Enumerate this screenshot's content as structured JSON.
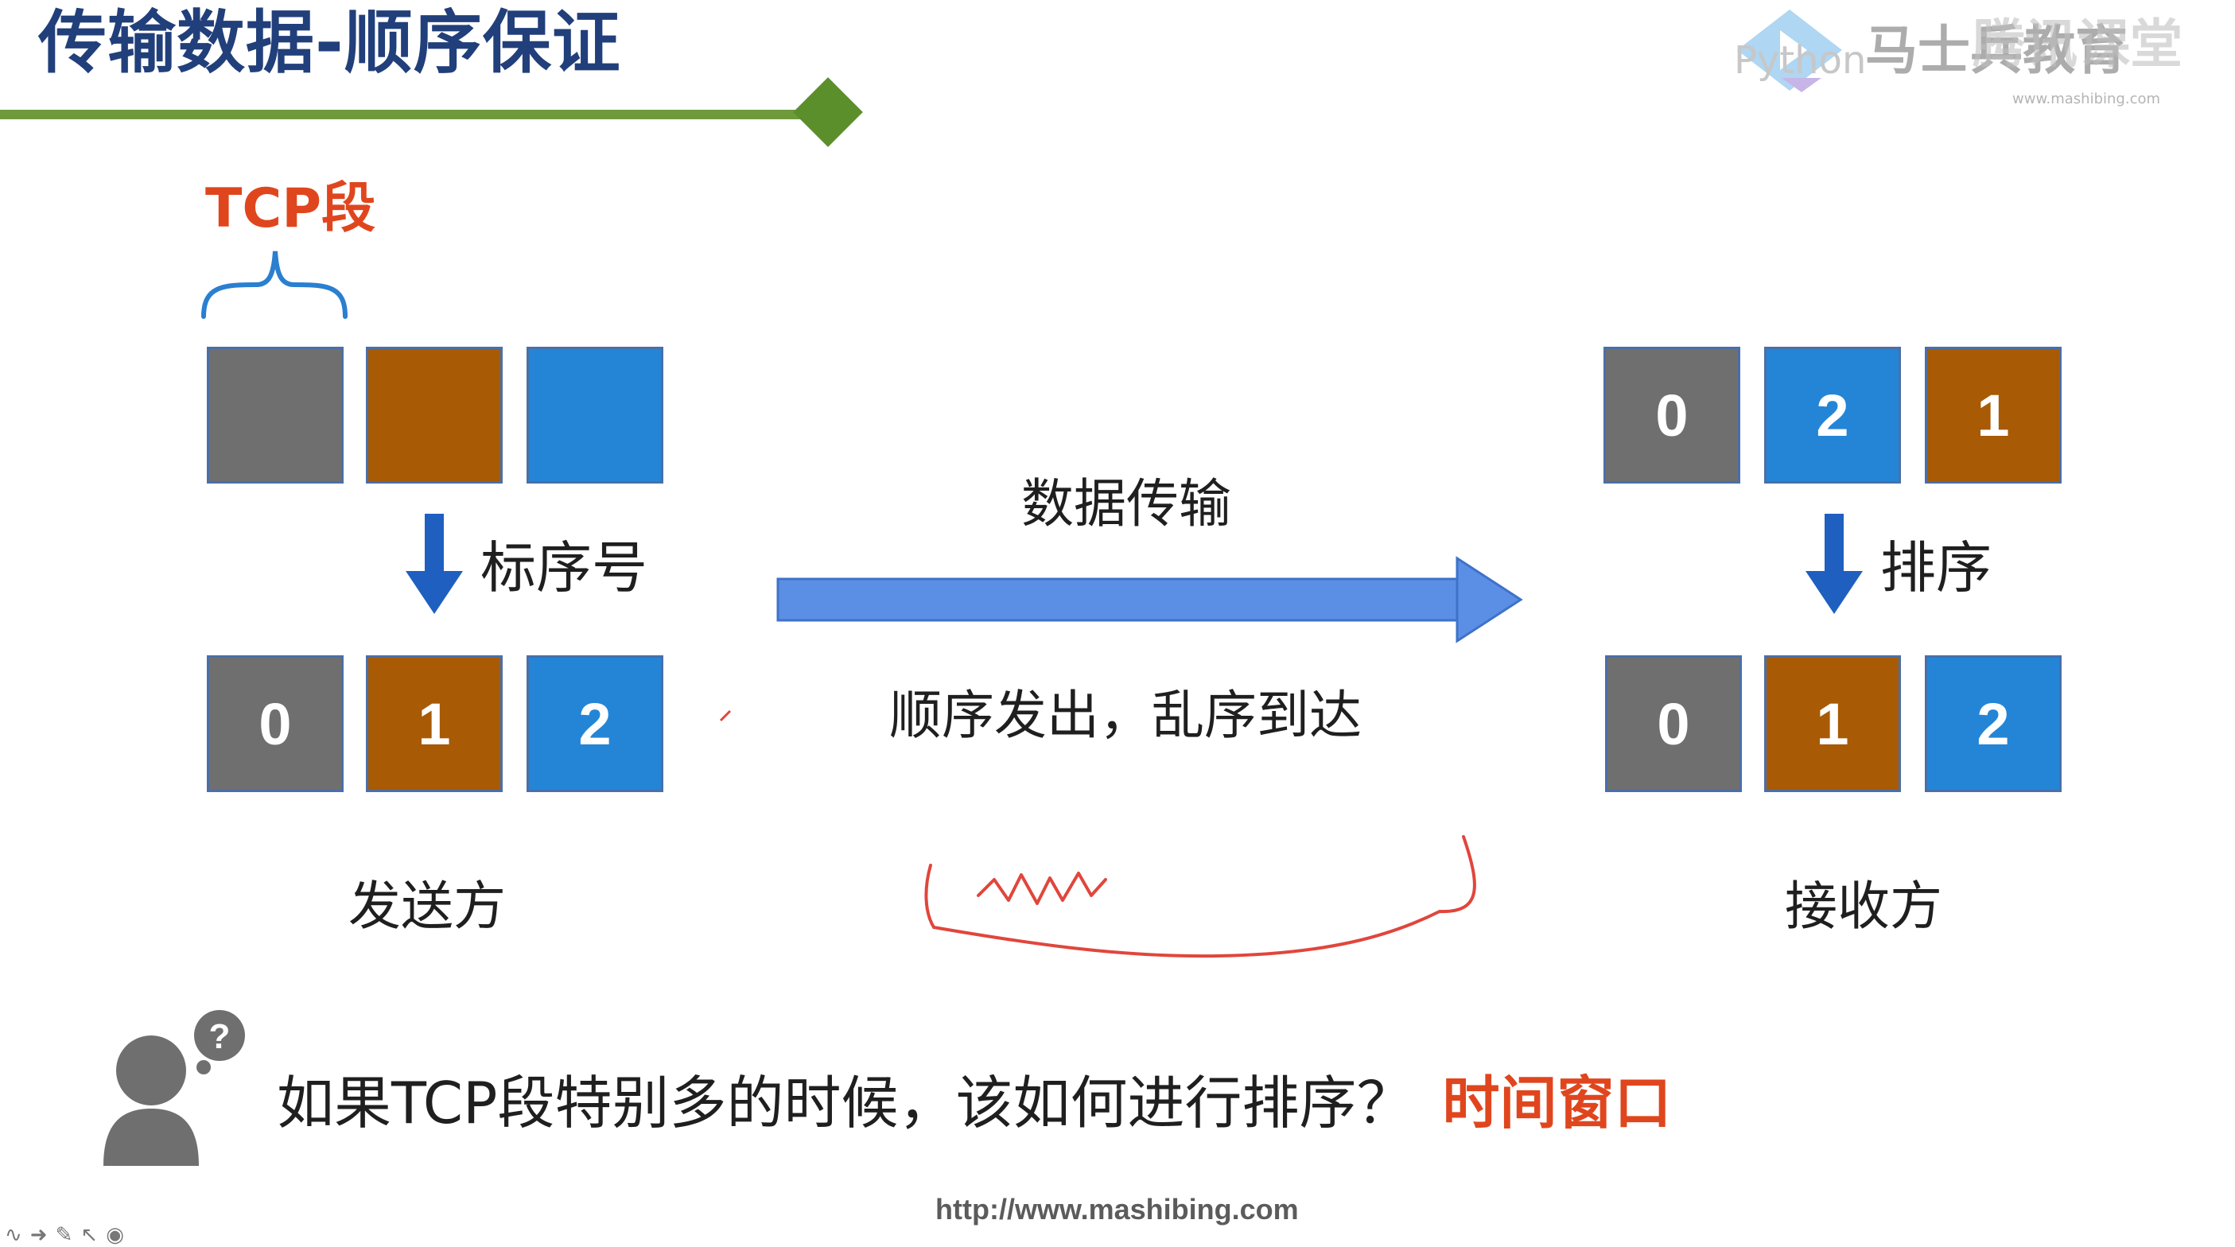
{
  "slide": {
    "title": "传输数据-顺序保证",
    "logo": {
      "text": "马士兵教育",
      "subtext": "Python",
      "overlay_text": "腾讯课堂",
      "url": "www.mashibing.com"
    },
    "tcp_label": "TCP段",
    "sender": {
      "top_row": [
        {
          "color": "#6f6f6f",
          "label": ""
        },
        {
          "color": "#a85a04",
          "label": ""
        },
        {
          "color": "#2485d6",
          "label": ""
        }
      ],
      "step_label": "标序号",
      "bottom_row": [
        {
          "color": "#6f6f6f",
          "label": "0"
        },
        {
          "color": "#a85a04",
          "label": "1"
        },
        {
          "color": "#2485d6",
          "label": "2"
        }
      ],
      "caption": "发送方"
    },
    "transfer": {
      "label_top": "数据传输",
      "label_bottom": "顺序发出，乱序到达"
    },
    "receiver": {
      "top_row": [
        {
          "color": "#6f6f6f",
          "label": "0"
        },
        {
          "color": "#2485d6",
          "label": "2"
        },
        {
          "color": "#a85a04",
          "label": "1"
        }
      ],
      "step_label": "排序",
      "bottom_row": [
        {
          "color": "#6f6f6f",
          "label": "0"
        },
        {
          "color": "#a85a04",
          "label": "1"
        },
        {
          "color": "#2485d6",
          "label": "2"
        }
      ],
      "caption": "接收方"
    },
    "question": {
      "text": "如果TCP段特别多的时候，该如何进行排序？",
      "answer": "时间窗口"
    },
    "footer_url": "http://www.mashibing.com",
    "colors": {
      "title": "#213f7a",
      "accent_orange": "#e0461e",
      "arrow_blue": "#5b8fe6",
      "down_arrow_blue": "#1f5fc0",
      "rule_green": "#6f9a3b",
      "annotation_red": "#e0463c"
    }
  }
}
